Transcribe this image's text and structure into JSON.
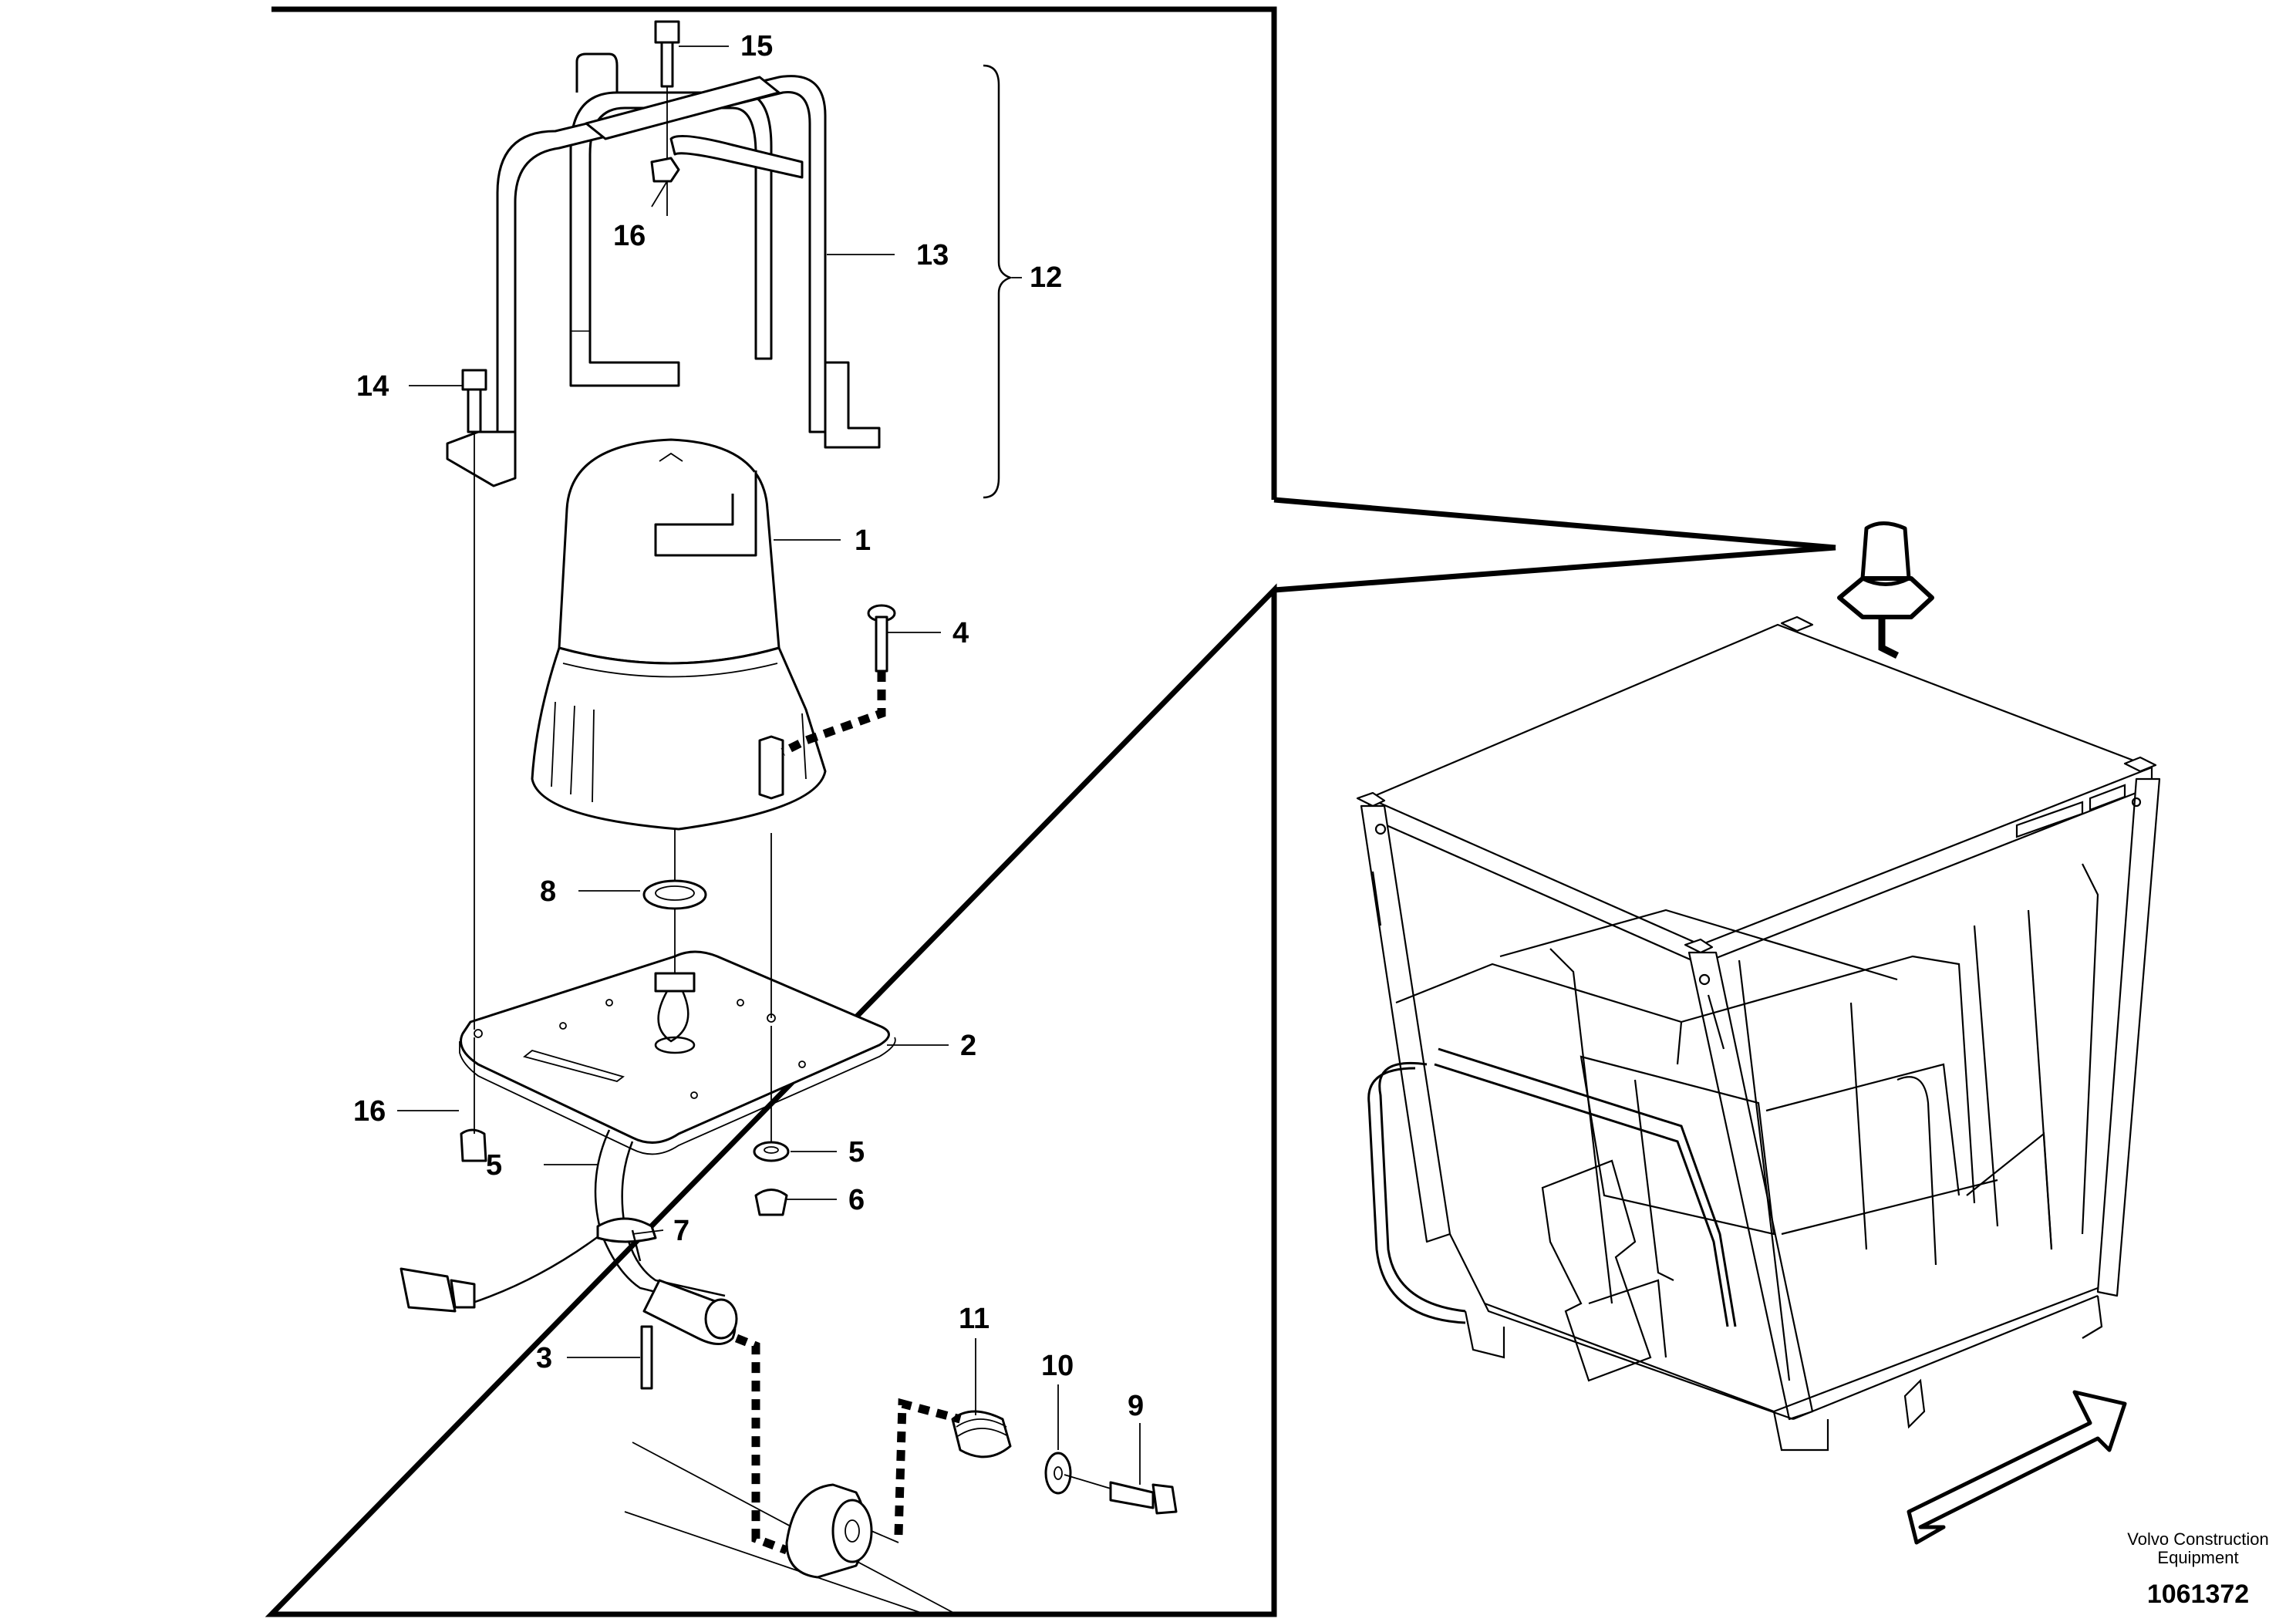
{
  "callouts": [
    {
      "id": "c15",
      "label": "15"
    },
    {
      "id": "c16a",
      "label": "16"
    },
    {
      "id": "c13",
      "label": "13"
    },
    {
      "id": "c12",
      "label": "12"
    },
    {
      "id": "c14",
      "label": "14"
    },
    {
      "id": "c1",
      "label": "1"
    },
    {
      "id": "c4",
      "label": "4"
    },
    {
      "id": "c8",
      "label": "8"
    },
    {
      "id": "c2",
      "label": "2"
    },
    {
      "id": "c16b",
      "label": "16"
    },
    {
      "id": "c5a",
      "label": "5"
    },
    {
      "id": "c5b",
      "label": "5"
    },
    {
      "id": "c6",
      "label": "6"
    },
    {
      "id": "c7",
      "label": "7"
    },
    {
      "id": "c3",
      "label": "3"
    },
    {
      "id": "c11",
      "label": "11"
    },
    {
      "id": "c10",
      "label": "10"
    },
    {
      "id": "c9",
      "label": "9"
    }
  ],
  "brand": {
    "line1": "Volvo Construction",
    "line2": "Equipment",
    "doc_number": "1061372"
  }
}
